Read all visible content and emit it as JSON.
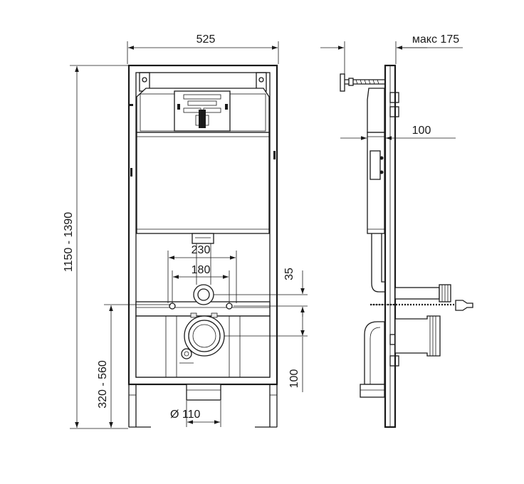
{
  "colors": {
    "line": "#1a1a1a",
    "background": "#ffffff",
    "fill_light": "#e9e9e9"
  },
  "front_view": {
    "width_label": "525",
    "height_label": "1150 - 1390",
    "lower_height_label": "320 - 560",
    "bolt_spacing_outer_label": "230",
    "bolt_spacing_inner_label": "180",
    "pipe_diameter_label": "Ø 110",
    "drain_offset_label": "35",
    "drain_height_label": "100"
  },
  "side_view": {
    "max_depth_label": "макс 175",
    "tank_offset_label": "100"
  }
}
